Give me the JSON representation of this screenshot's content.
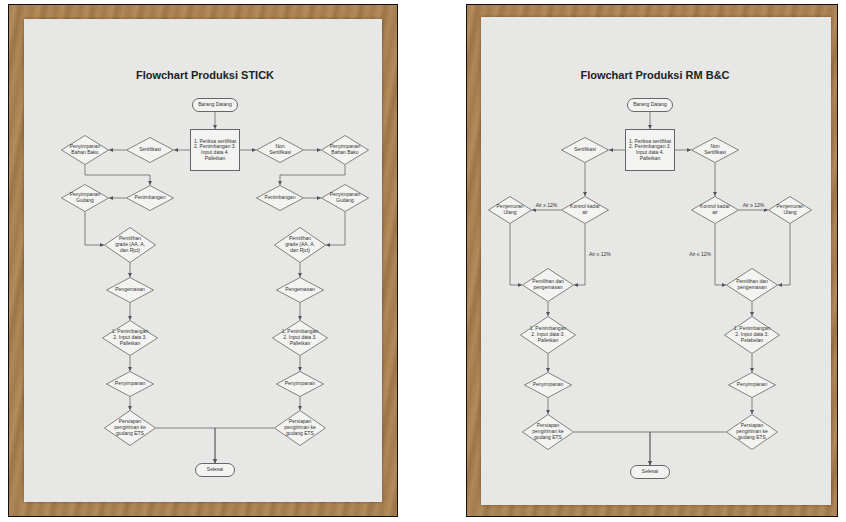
{
  "diagram": {
    "title": "Flowchart Produksi STICK",
    "nodes": [
      {
        "text": [
          "Barang Datang"
        ]
      },
      {
        "text": [
          "Penyimpanan Bahan Baku"
        ]
      },
      {
        "text": [
          "Sertifikasi"
        ]
      },
      {
        "text": [
          "1. Periksa sertifikat 2. Penimbangan 3. Input data 4. Palletkan"
        ]
      },
      {
        "text": [
          "Non Sertifikasi"
        ]
      },
      {
        "text": [
          "Penyimpanan Bahan Baku"
        ]
      },
      {
        "text": [
          "Penyimpanan Gudang"
        ]
      },
      {
        "text": [
          "Penimbangan"
        ]
      },
      {
        "text": [
          "Penimbangan"
        ]
      },
      {
        "text": [
          "Penyimpanan Gudang"
        ]
      },
      {
        "text": [
          "Pemilihan grade (AA, A, dan Rjct)"
        ]
      },
      {
        "text": [
          "Pemilihan grade (AA, A, dan Rjct)"
        ]
      },
      {
        "text": [
          "Pengemasan"
        ]
      },
      {
        "text": [
          "Pengemasan"
        ]
      },
      {
        "text": [
          "1. Penimbangan 2. Input data 3. Palletkan"
        ]
      },
      {
        "text": [
          "1. Penimbangan 2. Input data 3. Palletkan"
        ]
      },
      {
        "text": [
          "Penyimpanan"
        ]
      },
      {
        "text": [
          "Penyimpanan"
        ]
      },
      {
        "text": [
          "Persiapan pengiriman ke gudang ETS"
        ]
      },
      {
        "text": [
          "Persiapan pengiriman ke gudang ETS"
        ]
      },
      {
        "text": [
          "Selesai"
        ]
      },
      {
        "text": [
          "Barang Datang"
        ]
      },
      {
        "text": [
          "Sertifikasi"
        ]
      },
      {
        "text": [
          "1. Periksa sertifikat 2. Penimbangan 3. Input data 4. Palletkan"
        ]
      },
      {
        "text": [
          "Non Sertifikasi"
        ]
      },
      {
        "text": [
          "Penjemuran Ulang"
        ]
      },
      {
        "text": [
          "Kontrol kadar air"
        ]
      },
      {
        "text": [
          "Kontrol kadar air"
        ]
      },
      {
        "text": [
          "Penjemuran Ulang"
        ]
      },
      {
        "text": [
          "Pemilihan dan pengemasan"
        ]
      },
      {
        "text": [
          "Pemilihan dan pengemasan"
        ]
      },
      {
        "text": [
          "1. Penimbangan 2. Input data 3. Palletkan"
        ]
      },
      {
        "text": [
          "1. Penimbangan 2. Input data 3. Pelabelan"
        ]
      },
      {
        "text": [
          "Penyimpanan"
        ]
      },
      {
        "text": [
          "Penyimpanan"
        ]
      },
      {
        "text": [
          "Persiapan pengiriman ke gudang ETS"
        ]
      },
      {
        "text": [
          "Persiapan pengiriman ke gudang ETS"
        ]
      },
      {
        "text": [
          "Selesai"
        ]
      }
    ],
    "edges": [
      {
        "from": 0,
        "to": 3,
        "arrow": "to"
      },
      {
        "from": 3,
        "to": 2,
        "arrow": "to"
      },
      {
        "from": 3,
        "to": 4,
        "arrow": "to"
      },
      {
        "from": 2,
        "to": 1,
        "arrow": "to"
      },
      {
        "from": 4,
        "to": 5,
        "arrow": "to"
      },
      {
        "from": 1,
        "to": 7,
        "arrow": "to"
      },
      {
        "from": 5,
        "to": 8,
        "arrow": "to"
      },
      {
        "from": 7,
        "to": 6,
        "arrow": "to"
      },
      {
        "from": 8,
        "to": 9,
        "arrow": "to"
      },
      {
        "from": 6,
        "to": 10,
        "arrow": "to"
      },
      {
        "from": 9,
        "to": 11,
        "arrow": "to"
      },
      {
        "from": 10,
        "to": 12,
        "arrow": "to"
      },
      {
        "from": 11,
        "to": 13,
        "arrow": "to"
      },
      {
        "from": 12,
        "to": 14,
        "arrow": "to"
      },
      {
        "from": 13,
        "to": 15,
        "arrow": "to"
      },
      {
        "from": 14,
        "to": 16,
        "arrow": "to"
      },
      {
        "from": 15,
        "to": 17,
        "arrow": "to"
      },
      {
        "from": 16,
        "to": 18,
        "arrow": "to"
      },
      {
        "from": 17,
        "to": 19,
        "arrow": "to"
      },
      {
        "from": 18,
        "to": 20,
        "arrow": "to"
      },
      {
        "from": 19,
        "to": 20,
        "arrow": "to"
      },
      {
        "from": 21,
        "to": 23,
        "arrow": "to"
      },
      {
        "from": 23,
        "to": 22,
        "arrow": "to"
      },
      {
        "from": 23,
        "to": 24,
        "arrow": "to"
      },
      {
        "from": 22,
        "to": 26,
        "arrow": "to"
      },
      {
        "from": 24,
        "to": 27,
        "arrow": "to"
      },
      {
        "from": 26,
        "to": 25,
        "label": "Air ≥ 12%",
        "arrow": "to"
      },
      {
        "from": 27,
        "to": 28,
        "label": "Air ≥ 12%",
        "arrow": "to"
      },
      {
        "from": 26,
        "to": 29,
        "label": "Air ≤ 12%",
        "arrow": "to"
      },
      {
        "from": 25,
        "to": 29,
        "arrow": "to"
      },
      {
        "from": 27,
        "to": 30,
        "label": "Air ≤ 12%",
        "arrow": "to"
      },
      {
        "from": 28,
        "to": 30,
        "arrow": "to"
      },
      {
        "from": 29,
        "to": 31,
        "arrow": "to"
      },
      {
        "from": 30,
        "to": 32,
        "arrow": "to"
      },
      {
        "from": 31,
        "to": 33,
        "arrow": "to"
      },
      {
        "from": 32,
        "to": 34,
        "arrow": "to"
      },
      {
        "from": 33,
        "to": 35,
        "arrow": "to"
      },
      {
        "from": 34,
        "to": 36,
        "arrow": "to"
      },
      {
        "from": 35,
        "to": 37,
        "arrow": "to"
      },
      {
        "from": 36,
        "to": 37,
        "arrow": "to"
      }
    ],
    "labels": [
      "Flowchart Produksi RM B&C"
    ]
  }
}
